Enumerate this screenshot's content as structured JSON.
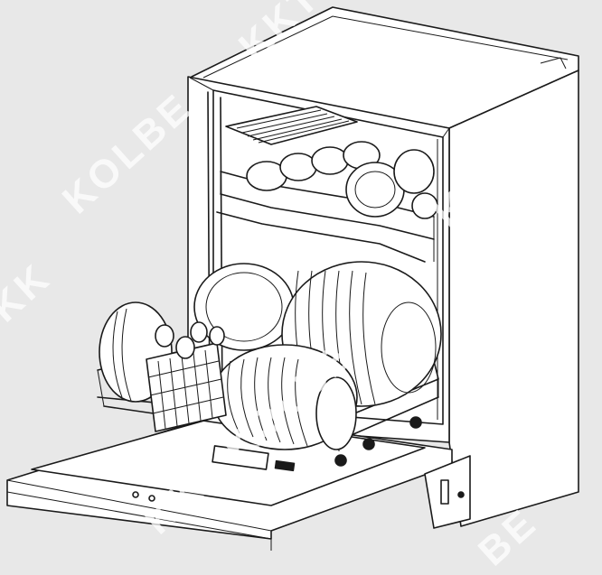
{
  "watermark": {
    "text": "KKT KOLBE",
    "fragments": [
      "KOLBE",
      "KKT",
      "KT KOL",
      "KKT KOLBE",
      "BE",
      "KK"
    ]
  },
  "palette": {
    "background": "#e8e8e8",
    "line": "#1a1a1a",
    "fill": "#ffffff",
    "watermark": "#ffffff"
  }
}
